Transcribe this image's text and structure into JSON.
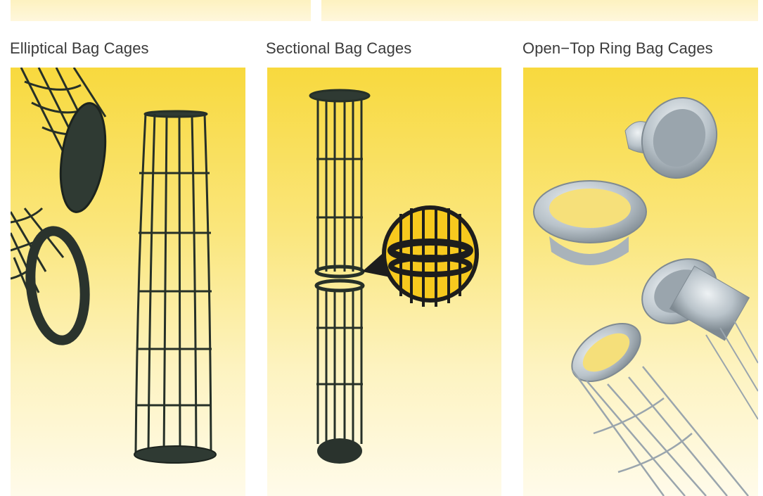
{
  "sections": [
    {
      "title": "Elliptical Bag Cages",
      "image_icon": "elliptical-cage-illustration"
    },
    {
      "title": "Sectional Bag Cages",
      "image_icon": "sectional-cage-illustration"
    },
    {
      "title": "Open−Top Ring Bag Cages",
      "image_icon": "open-top-ring-cage-illustration"
    }
  ],
  "colors": {
    "panel_top": "#f8d93e",
    "panel_bottom": "#fffbea",
    "cage_dark": "#263028",
    "metal_light": "#c9d2d8",
    "metal_dark": "#8a949c"
  }
}
